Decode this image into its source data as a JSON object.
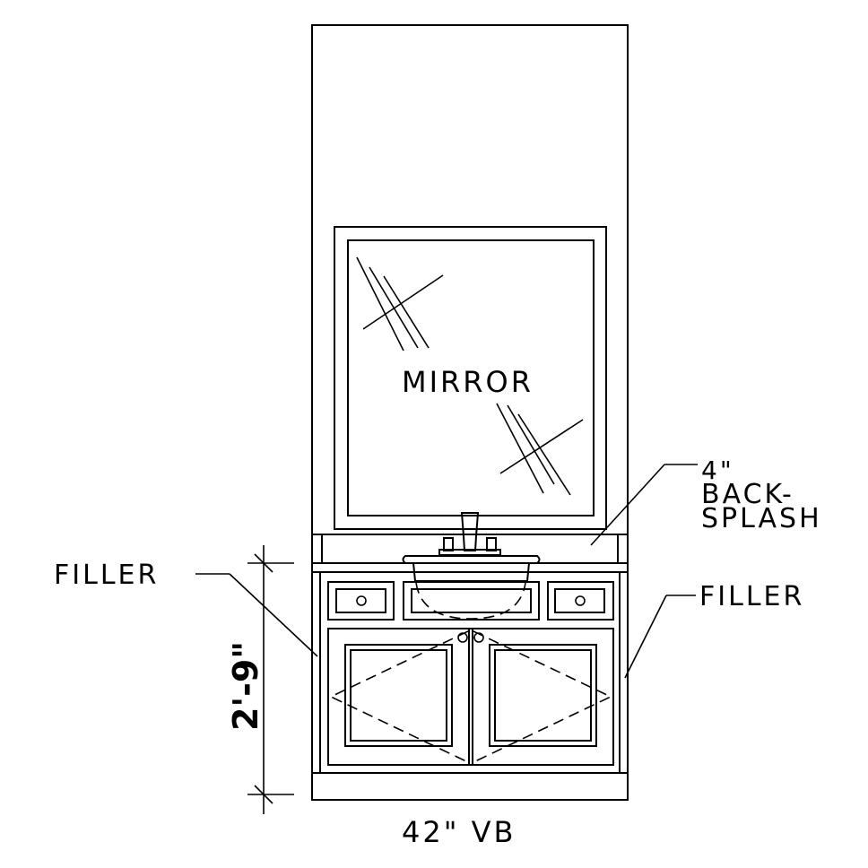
{
  "labels": {
    "mirror": "MIRROR",
    "backsplash_line1": "4\"",
    "backsplash_line2": "BACK-",
    "backsplash_line3": "SPLASH",
    "filler_left": "FILLER",
    "filler_right": "FILLER",
    "height_dimension": "2'-9\"",
    "width_dimension": "42\" VB"
  },
  "colors": {
    "line": "#000000",
    "background": "#ffffff"
  }
}
